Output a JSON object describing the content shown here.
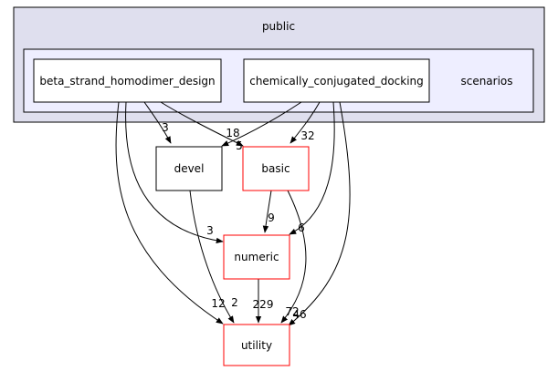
{
  "clusters": {
    "outer": {
      "label": "public",
      "fill": "#dfdfee",
      "stroke": "#000000"
    },
    "inner": {
      "label": "scenarios",
      "fill": "#eeeeff",
      "stroke": "#000000"
    }
  },
  "nodes": {
    "beta": {
      "label": "beta_strand_homodimer_design",
      "stroke": "#000000"
    },
    "chem": {
      "label": "chemically_conjugated_docking",
      "stroke": "#000000"
    },
    "devel": {
      "label": "devel",
      "stroke": "#000000"
    },
    "basic": {
      "label": "basic",
      "stroke": "#ff0000"
    },
    "numeric": {
      "label": "numeric",
      "stroke": "#ff0000"
    },
    "utility": {
      "label": "utility",
      "stroke": "#ff0000"
    }
  },
  "edges": [
    {
      "from": "beta",
      "to": "devel",
      "label": "3"
    },
    {
      "from": "beta",
      "to": "basic",
      "label": "18"
    },
    {
      "from": "beta",
      "to": "numeric",
      "label": "3"
    },
    {
      "from": "beta",
      "to": "utility",
      "label": "12"
    },
    {
      "from": "chem",
      "to": "devel",
      "label": "5"
    },
    {
      "from": "chem",
      "to": "basic",
      "label": "32"
    },
    {
      "from": "chem",
      "to": "numeric",
      "label": "6"
    },
    {
      "from": "chem",
      "to": "utility",
      "label": "46"
    },
    {
      "from": "devel",
      "to": "utility",
      "label": "2"
    },
    {
      "from": "basic",
      "to": "numeric",
      "label": "9"
    },
    {
      "from": "basic",
      "to": "utility",
      "label": "72"
    },
    {
      "from": "numeric",
      "to": "utility",
      "label": "229"
    }
  ]
}
